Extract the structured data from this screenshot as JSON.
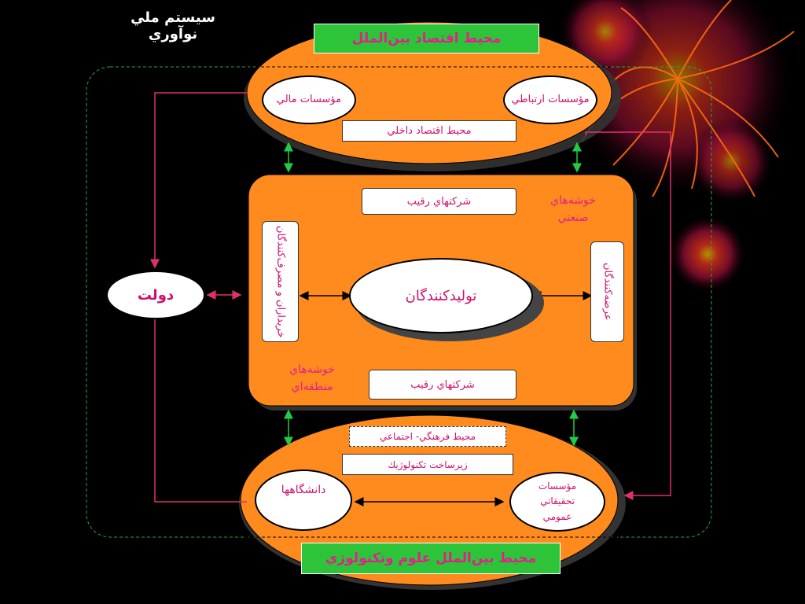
{
  "title": "سيستم ملي نوآوري",
  "top_ellipse": {
    "banner": "محيط اقتصاد بين‌الملل",
    "left_node": "مؤسسات مالي",
    "right_node": "مؤسسات ارتباطي",
    "inner_box": "محيط اقتصاد داخلي"
  },
  "center_block": {
    "top_box": "شركتهاي رقيب",
    "bottom_box": "شركتهاي رقيب",
    "core": "توليدكنندگان",
    "left_vertical": "خريداران و مصرف‌كنندگان",
    "right_vertical": "عرضه‌كنندگان",
    "cluster_industrial": "خوشه‌هاي صنعتي",
    "cluster_regional": "خوشه‌هاي منطقه‌اي"
  },
  "government": "دولت",
  "bottom_ellipse": {
    "cultural_box": "محيط فرهنگي- اجتماعي",
    "infra_box": "زيرساخت تكنولوژيك",
    "left_node": "دانشگاهها",
    "right_node": "مؤسسات تحقيقاتي عمومي",
    "banner": "محيط بين‌الملل علوم وتكنولوژي"
  },
  "colors": {
    "background": "#000000",
    "orange": "#ff8a1e",
    "green": "#2ec43a",
    "pink": "#e0218a",
    "arrow_green": "#22cc44",
    "arrow_pink": "#e0306a"
  }
}
